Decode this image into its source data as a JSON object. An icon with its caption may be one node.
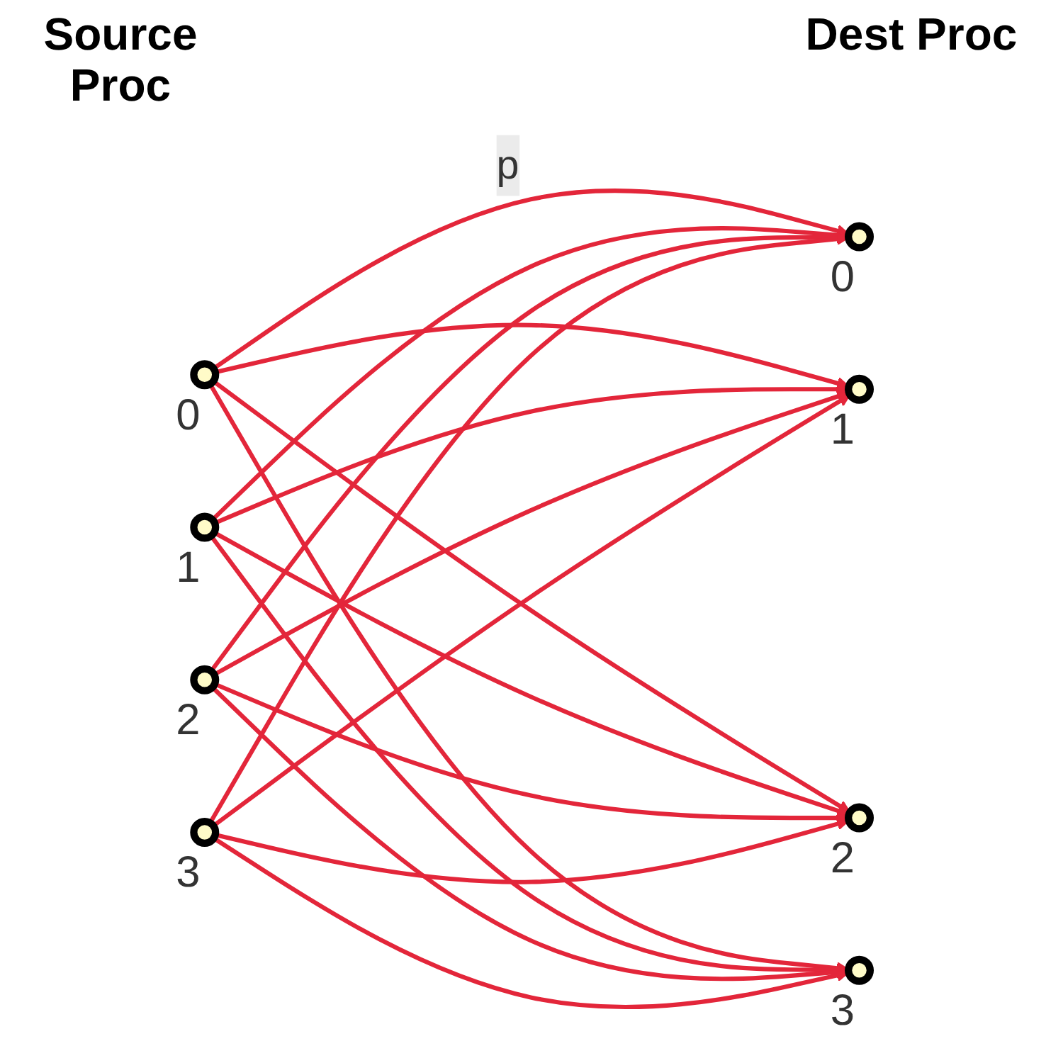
{
  "diagram": {
    "nodes": [
      {
        "text": [],
        "shape": "circle",
        "beside": [
          "0"
        ]
      },
      {
        "text": [],
        "shape": "circle",
        "beside": [
          "1"
        ]
      },
      {
        "text": [],
        "shape": "circle",
        "beside": [
          "2"
        ]
      },
      {
        "text": [],
        "shape": "circle",
        "beside": [
          "3"
        ]
      },
      {
        "text": [],
        "shape": "circle",
        "beside": [
          "0"
        ]
      },
      {
        "text": [],
        "shape": "circle",
        "beside": [
          "1"
        ]
      },
      {
        "text": [],
        "shape": "circle",
        "beside": [
          "2"
        ]
      },
      {
        "text": [],
        "shape": "circle",
        "beside": [
          "3"
        ]
      }
    ],
    "edges": [
      {
        "from": 0,
        "to": 4,
        "arrow": "to",
        "label": "p"
      },
      {
        "from": 0,
        "to": 5,
        "arrow": "to"
      },
      {
        "from": 0,
        "to": 6,
        "arrow": "to"
      },
      {
        "from": 0,
        "to": 7,
        "arrow": "to"
      },
      {
        "from": 1,
        "to": 4,
        "arrow": "to"
      },
      {
        "from": 1,
        "to": 5,
        "arrow": "to"
      },
      {
        "from": 1,
        "to": 6,
        "arrow": "to"
      },
      {
        "from": 1,
        "to": 7,
        "arrow": "to"
      },
      {
        "from": 2,
        "to": 4,
        "arrow": "to"
      },
      {
        "from": 2,
        "to": 5,
        "arrow": "to"
      },
      {
        "from": 2,
        "to": 6,
        "arrow": "to"
      },
      {
        "from": 2,
        "to": 7,
        "arrow": "to"
      },
      {
        "from": 3,
        "to": 4,
        "arrow": "to"
      },
      {
        "from": 3,
        "to": 5,
        "arrow": "to"
      },
      {
        "from": 3,
        "to": 6,
        "arrow": "to"
      },
      {
        "from": 3,
        "to": 7,
        "arrow": "to"
      }
    ],
    "labels": [
      "Source Proc",
      "Dest Proc"
    ]
  }
}
